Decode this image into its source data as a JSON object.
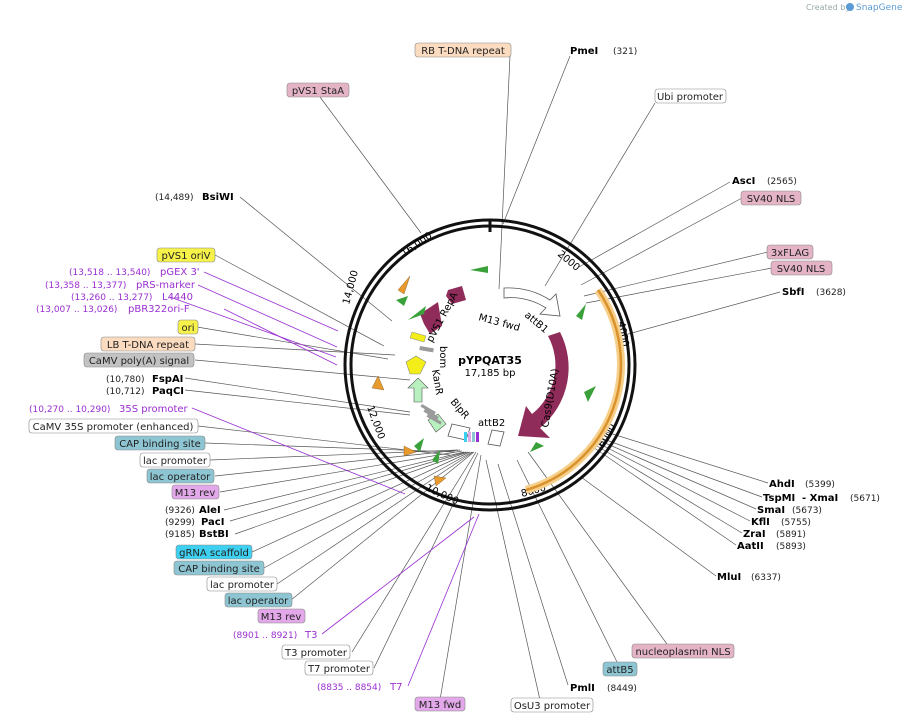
{
  "credit": {
    "text": "Created by",
    "brand": "SnapGene"
  },
  "plasmid": {
    "name": "pYPQAT35",
    "length": "17,185 bp"
  },
  "ticks": [
    "2000",
    "4000",
    "6000",
    "8000",
    "10,000",
    "12,000",
    "14,000",
    "16,000"
  ],
  "inner_labels": [
    "pVS1 RepA",
    "M13 fwd",
    "attB1",
    "Cas9(D10A)",
    "bom",
    "KanR",
    "BlpR",
    "attB2"
  ],
  "colors": {
    "feature_red": "#8f2c5a",
    "primer_green": "#3aa13a",
    "orange": "#e89a2c",
    "yellow": "#f3ee1a",
    "lightgreen": "#b9f0c0",
    "purple_label": "#9a2fd1",
    "box_pink": "#e4b4c6",
    "box_peach": "#fcdcc0",
    "box_yellow": "#f6f24a",
    "box_gray": "#c2c2c2",
    "box_teal": "#8ec5d3",
    "box_purple": "#e3a8e9",
    "box_cyan": "#3ed0f0"
  },
  "labels": {
    "rb_tdna": "RB T-DNA repeat",
    "pmei": "PmeI",
    "pmei_pos": "(321)",
    "pvs1_staa": "pVS1 StaA",
    "ubi_promoter": "Ubi promoter",
    "bsiwi": "BsiWI",
    "bsiwi_pos": "(14,489)",
    "asci": "AscI",
    "asci_pos": "(2565)",
    "sv40_nls_1": "SV40 NLS",
    "flag": "3xFLAG",
    "sv40_nls_2": "SV40 NLS",
    "sbfi": "SbfI",
    "sbfi_pos": "(3628)",
    "pvs1_oriv": "pVS1 oriV",
    "pgex3": "pGEX 3'",
    "pgex3_pos": "(13,518 .. 13,540)",
    "prs_marker": "pRS-marker",
    "prs_marker_pos": "(13,358 .. 13,377)",
    "l4440": "L4440",
    "l4440_pos": "(13,260 .. 13,277)",
    "pbr322": "pBR322ori-F",
    "pbr322_pos": "(13,007 .. 13,026)",
    "ori": "ori",
    "lb_tdna": "LB T-DNA repeat",
    "camv_polya": "CaMV poly(A) signal",
    "fspai": "FspAI",
    "fspai_pos": "(10,780)",
    "paqci": "PaqCI",
    "paqci_pos": "(10,712)",
    "p35s": "35S promoter",
    "p35s_pos": "(10,270 .. 10,290)",
    "camv35s_enh": "CaMV 35S promoter (enhanced)",
    "cap1": "CAP binding site",
    "lacp1": "lac promoter",
    "laco1": "lac operator",
    "m13rev1": "M13 rev",
    "alei": "AleI",
    "alei_pos": "(9326)",
    "paci": "PacI",
    "paci_pos": "(9299)",
    "bstbi": "BstBI",
    "bstbi_pos": "(9185)",
    "grna": "gRNA scaffold",
    "cap2": "CAP binding site",
    "lacp2": "lac promoter",
    "laco2": "lac operator",
    "m13rev2": "M13 rev",
    "t3": "T3",
    "t3_pos": "(8901 .. 8921)",
    "t3p": "T3 promoter",
    "t7p": "T7 promoter",
    "t7": "T7",
    "t7_pos": "(8835 .. 8854)",
    "m13fwd": "M13 fwd",
    "osu3": "OsU3 promoter",
    "pmli": "PmlI",
    "pmli_pos": "(8449)",
    "attb5": "attB5",
    "nucleo_nls": "nucleoplasmin NLS",
    "mlui": "MluI",
    "mlui_pos": "(6337)",
    "aatii": "AatII",
    "aatii_pos": "(5893)",
    "zrai": "ZraI",
    "zrai_pos": "(5891)",
    "kfli": "KflI",
    "kfli_pos": "(5755)",
    "smai": "SmaI",
    "smai_pos": "(5673)",
    "tspmi": "TspMI",
    "xmai": "- XmaI",
    "tspmi_pos": "(5671)",
    "ahdi": "AhdI",
    "ahdi_pos": "(5399)"
  }
}
